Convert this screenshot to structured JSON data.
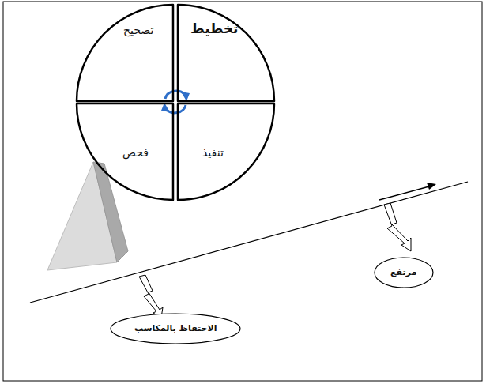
{
  "diagram": {
    "nodes": [
      {
        "text": [
          "تخطيط"
        ]
      },
      {
        "text": [
          "تصحيح"
        ]
      },
      {
        "text": [
          "تنفيذ"
        ]
      },
      {
        "text": [
          "فحص"
        ]
      },
      {
        "text": [
          "مرتفع"
        ]
      },
      {
        "text": [
          "الاحتفاظ بالمكاسب"
        ]
      }
    ]
  }
}
